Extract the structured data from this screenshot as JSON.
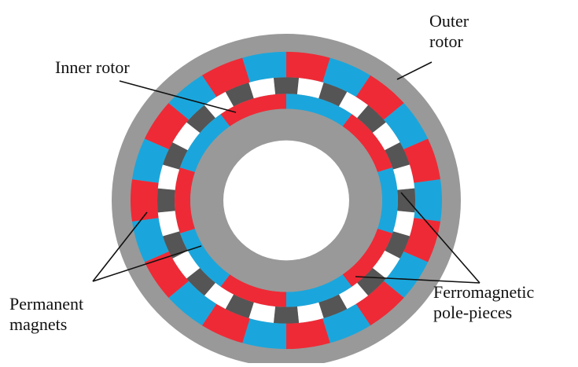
{
  "labels": {
    "outer_rotor": [
      "Outer",
      "rotor"
    ],
    "inner_rotor": [
      "Inner rotor"
    ],
    "permanent_magnets": [
      "Permanent",
      "magnets"
    ],
    "pole_pieces": [
      "Ferromagnetic",
      "pole-pieces"
    ]
  },
  "colors": {
    "magnet_red": "#ee2a36",
    "magnet_blue": "#1aa6dc",
    "pole_piece": "#555555",
    "spacer": "#ffffff",
    "rotor_core": "#999999",
    "background": "#ffffff",
    "leader_line": "#111111"
  },
  "structure": {
    "outer_magnet_pole_pairs": 11,
    "pole_pieces": 16,
    "inner_magnet_pole_pairs": 5
  }
}
